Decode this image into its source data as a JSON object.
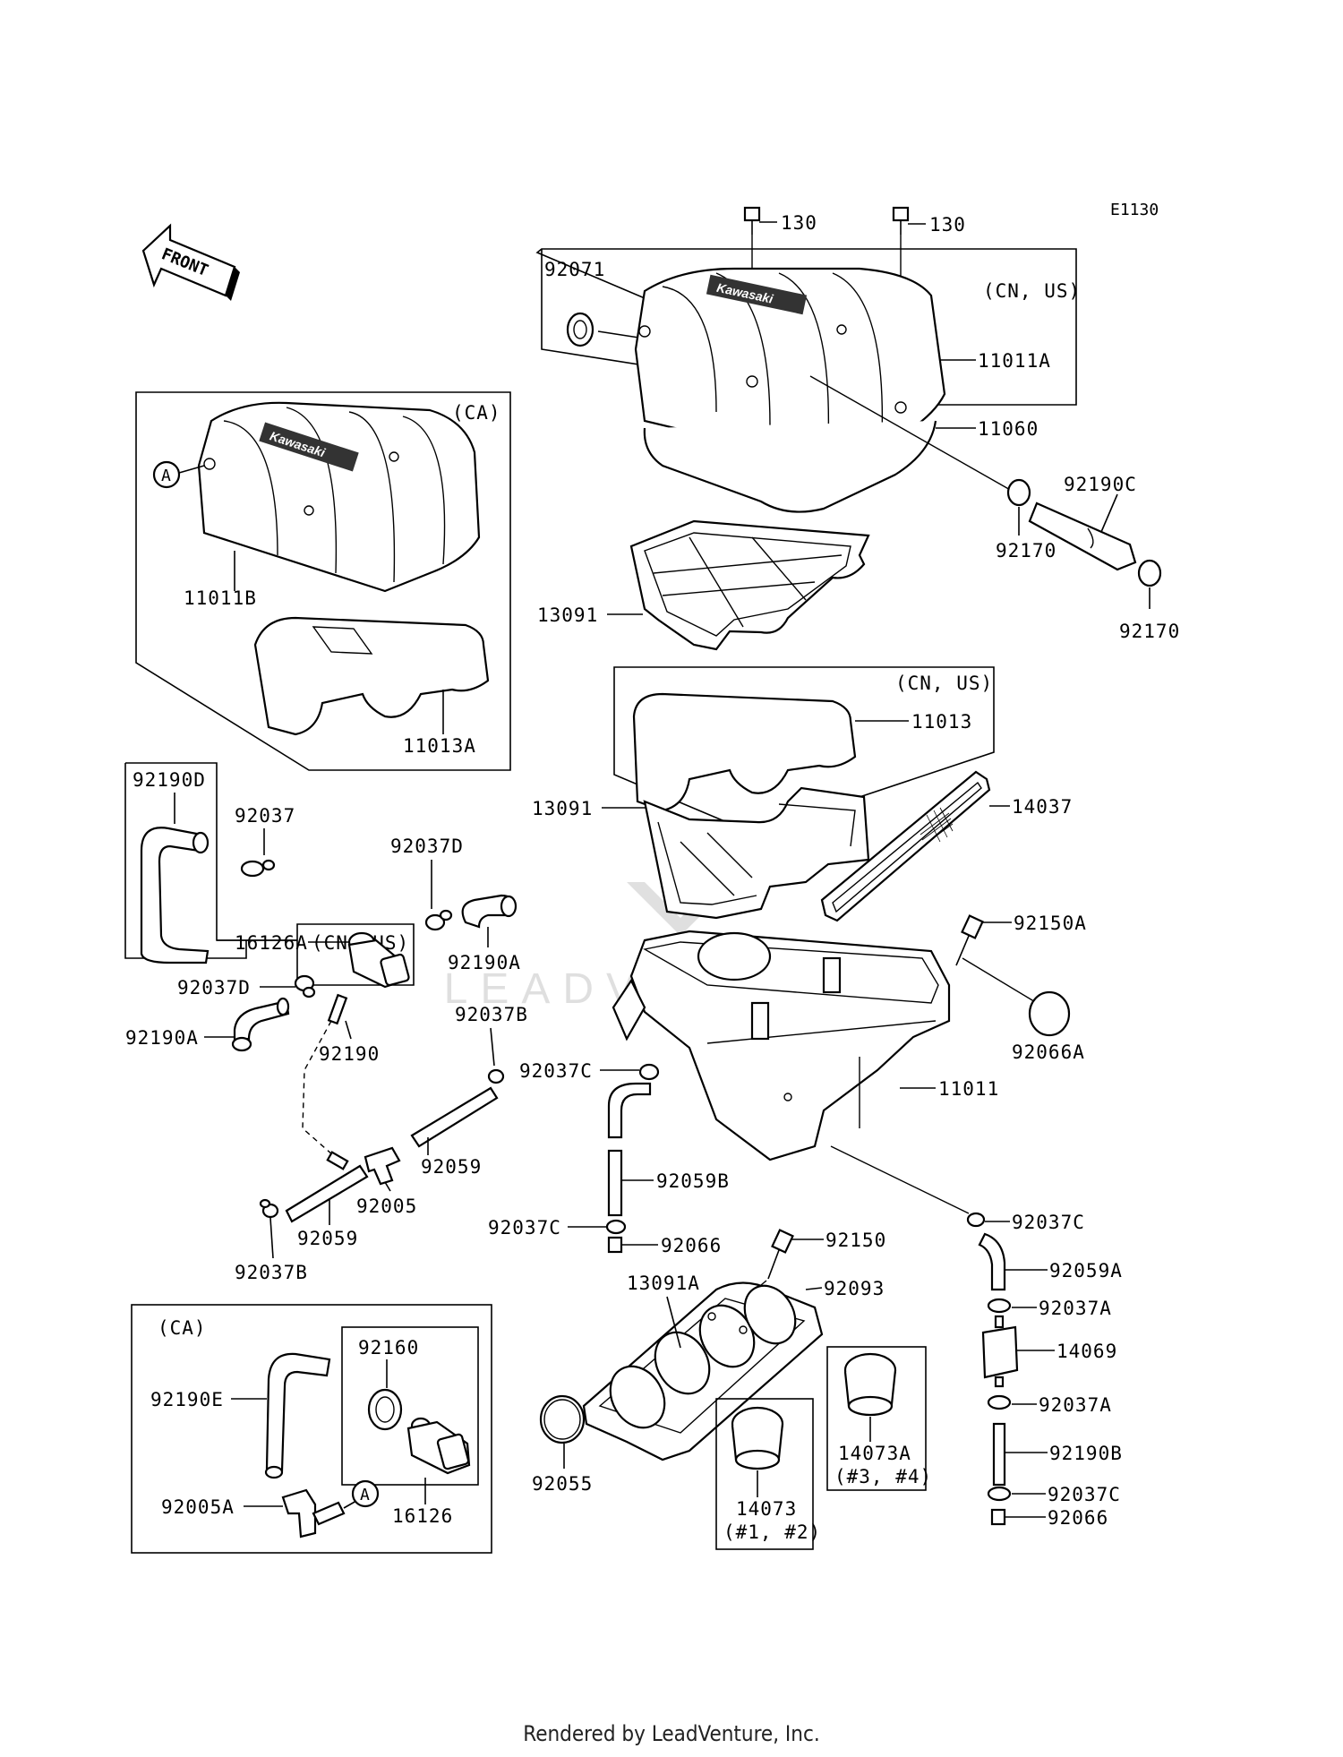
{
  "diagram_code": "E1130",
  "front_label": "FRONT",
  "footer": "Rendered by LeadVenture, Inc.",
  "watermark": "LEADVENTURE",
  "brand_logo": "Kawasaki",
  "region_labels": {
    "cn_us_top": "(CN, US)",
    "ca_top": "(CA)",
    "cn_us_mid": "(CN, US)",
    "cn_us_left": "(CN, US)",
    "ca_bottom": "(CA)"
  },
  "callouts": {
    "a1": "A",
    "a2": "A"
  },
  "parts": {
    "p130a": "130",
    "p130b": "130",
    "p92071": "92071",
    "p11011A": "11011A",
    "p11060": "11060",
    "p92190C": "92190C",
    "p92170a": "92170",
    "p92170b": "92170",
    "p11011B": "11011B",
    "p13091a": "13091",
    "p11013A": "11013A",
    "p11013": "11013",
    "p13091b": "13091",
    "p14037": "14037",
    "p92190D": "92190D",
    "p92037": "92037",
    "p92037D_a": "92037D",
    "p16126A": "16126A",
    "p92190A_a": "92190A",
    "p92150A": "92150A",
    "p92066A": "92066A",
    "p92037D_b": "92037D",
    "p92190A_b": "92190A",
    "p92190": "92190",
    "p92037B_a": "92037B",
    "p92037C_a": "92037C",
    "p11011": "11011",
    "p92059_a": "92059",
    "p92005": "92005",
    "p92059_b": "92059",
    "p92037B_b": "92037B",
    "p92059B": "92059B",
    "p92037C_b": "92037C",
    "p92066_a": "92066",
    "p92150": "92150",
    "p92037C_c": "92037C",
    "p92059A": "92059A",
    "p13091A": "13091A",
    "p92093": "92093",
    "p92037A_a": "92037A",
    "p14069": "14069",
    "p92037A_b": "92037A",
    "p92190B": "92190B",
    "p92037C_d": "92037C",
    "p92066_b": "92066",
    "p92160": "92160",
    "p92190E": "92190E",
    "p92005A": "92005A",
    "p16126": "16126",
    "p92055": "92055",
    "p14073": "14073",
    "p14073_note": "(#1, #2)",
    "p14073A": "14073A",
    "p14073A_note": "(#3, #4)"
  }
}
